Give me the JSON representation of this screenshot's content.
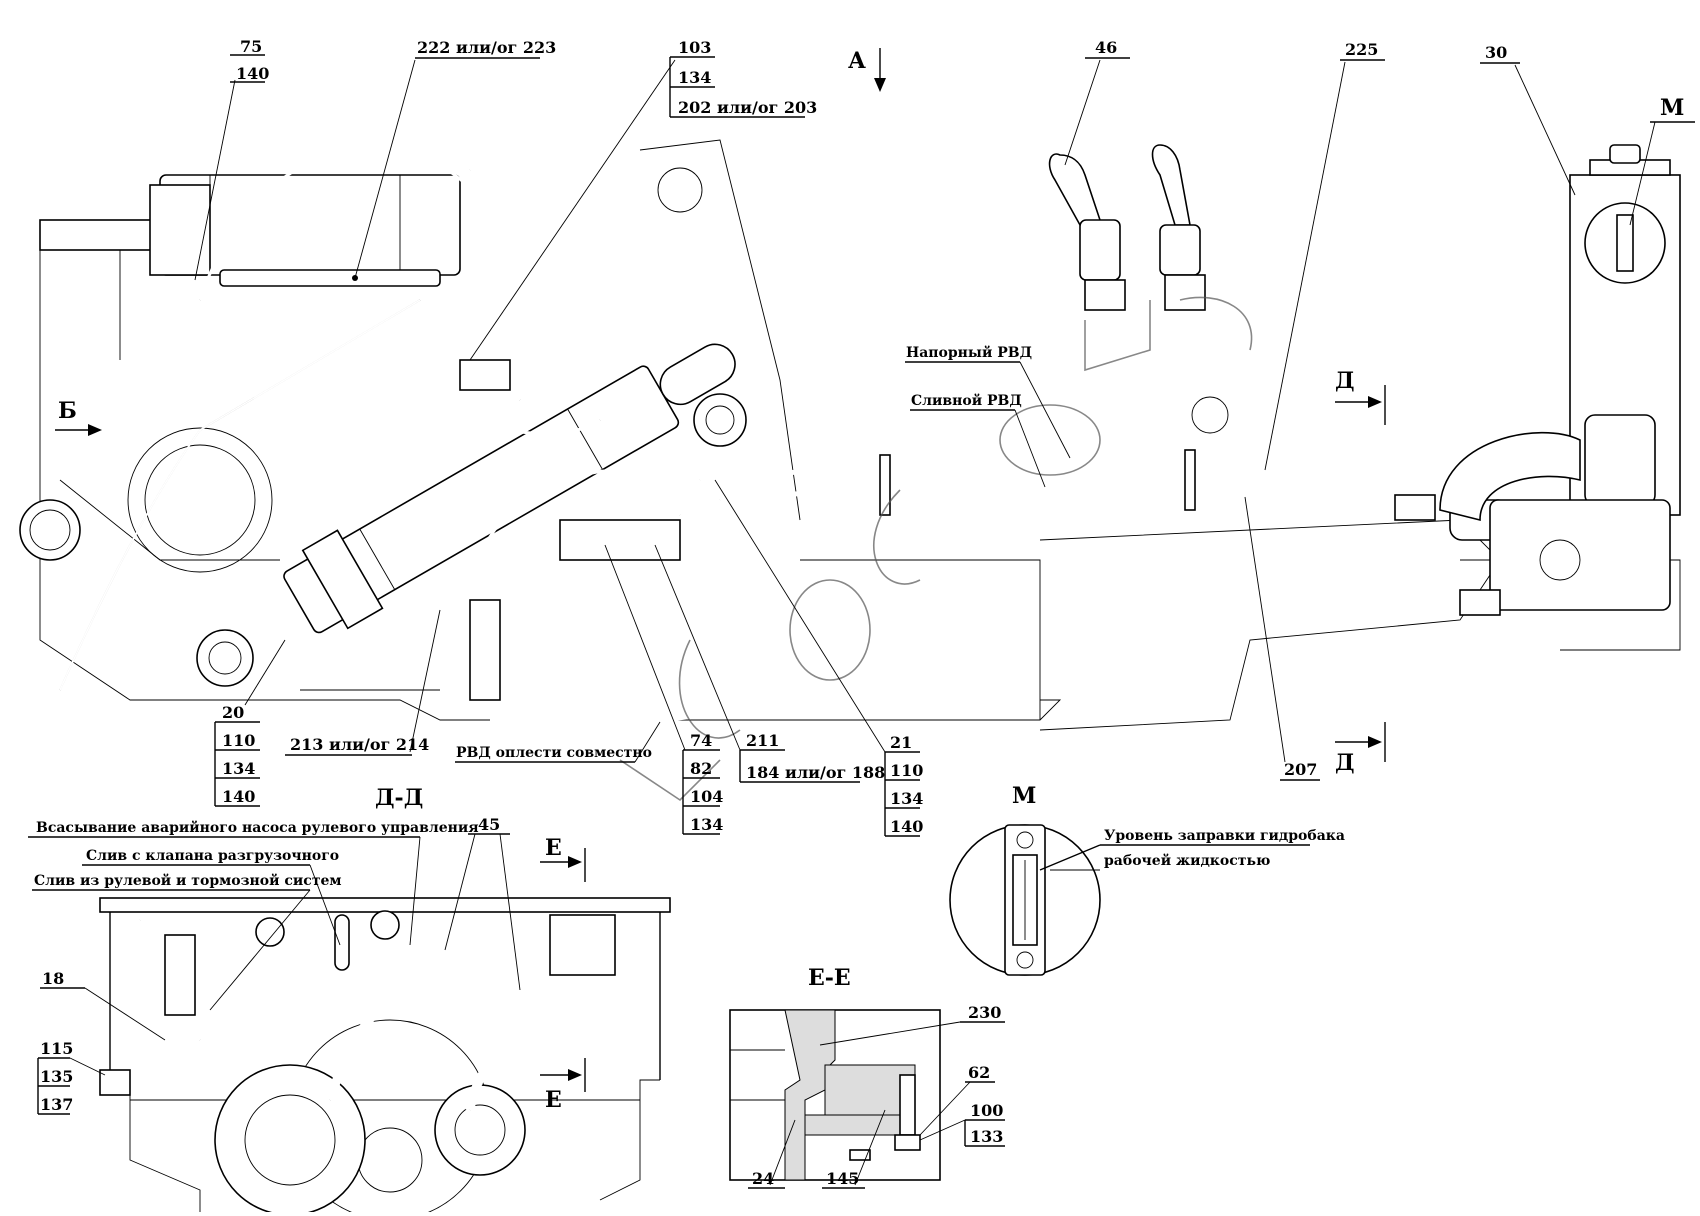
{
  "callouts": {
    "c75": "75",
    "c140a": "140",
    "c222": "222 или/ог  223",
    "c103": "103",
    "c134a": "134",
    "c202": "202 или/ог  203",
    "cA": "А",
    "c46": "46",
    "c225": "225",
    "c30": "30",
    "cM": "М",
    "cB": "Б",
    "napor": "Напорный РВД",
    "sliv": "Сливной РВД",
    "cD1": "Д",
    "cD2": "Д",
    "c20": "20",
    "c110a": "110",
    "c134b": "134",
    "c140b": "140",
    "c213": "213  или/ог  214",
    "rvd": "РВД оплести совместно",
    "c74": "74",
    "c82": "82",
    "c104": "104",
    "c134c": "134",
    "c211": "211",
    "c184": "184 или/ог 188",
    "c21": "21",
    "c110b": "110",
    "c134d": "134",
    "c140c": "140",
    "c207": "207"
  },
  "section_dd": {
    "title": "Д-Д",
    "vsas": "Всасывание аварийного насоса рулевого управления",
    "sliv_klap": "Слив с клапана разгрузочного",
    "sliv_rul": "Слив из рулевой    и тормозной систем",
    "c45": "45",
    "c18": "18",
    "c115": "115",
    "c135": "135",
    "c137": "137",
    "e1": "Е",
    "e2": "Е"
  },
  "view_m": {
    "title": "М",
    "level1": "Уровень заправки гидробака",
    "level2": "рабочей жидкостью"
  },
  "section_ee": {
    "title": "Е-Е",
    "c230": "230",
    "c62": "62",
    "c100": "100",
    "c133": "133",
    "c24": "24",
    "c145": "145"
  }
}
